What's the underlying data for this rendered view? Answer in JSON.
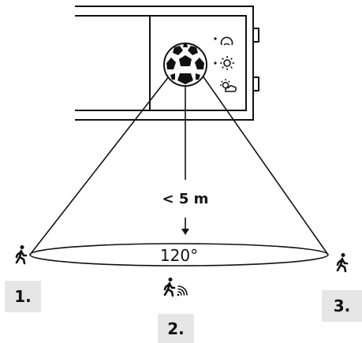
{
  "diagram": {
    "distance_label": "< 5 m",
    "angle_label": "120°",
    "zones": [
      {
        "label": "1."
      },
      {
        "label": "2."
      },
      {
        "label": "3."
      }
    ],
    "icons": {
      "sensor": "pir-sensor-dome-icon",
      "night_mode": "moon-icon",
      "day_mode": "sun-icon",
      "twilight_mode": "sun-cloud-icon",
      "walker_left": "walking-person-icon",
      "walker_center": "walking-person-signal-icon",
      "walker_right": "walking-person-icon",
      "down_arrow": "arrow-down-icon"
    },
    "colors": {
      "line": "#111111",
      "badge_background": "#e6e6e6"
    }
  }
}
